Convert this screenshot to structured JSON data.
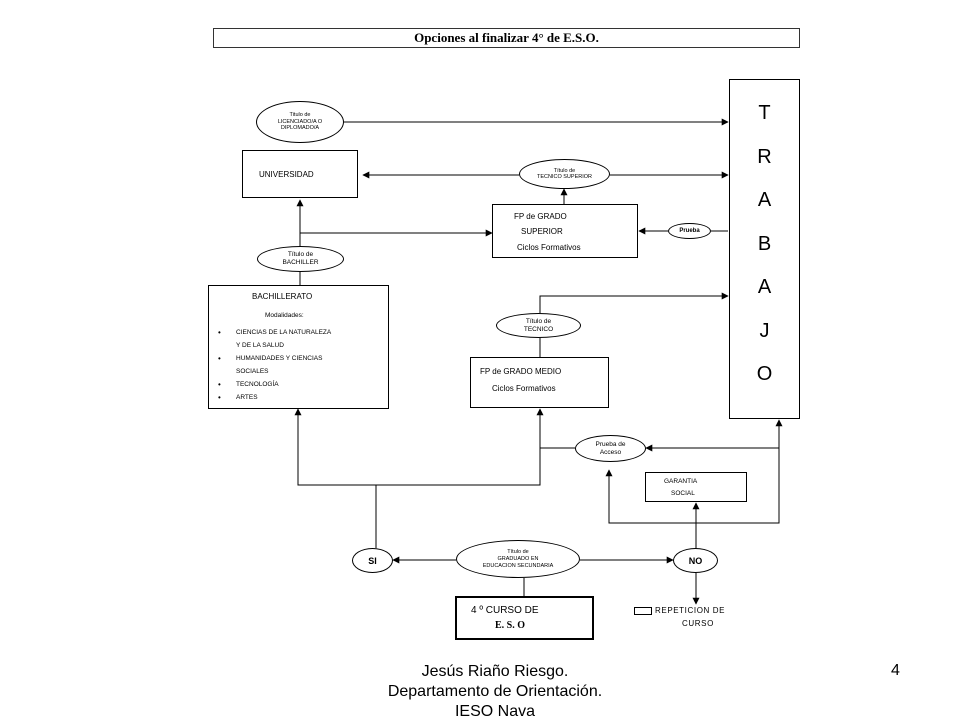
{
  "title": "Opciones al finalizar 4° de E.S.O.",
  "trabajo_letters": [
    "T",
    "R",
    "A",
    "B",
    "A",
    "J",
    "O"
  ],
  "universidad": "UNIVERSIDAD",
  "licenciado_oval": [
    "Titulo de",
    "LICENCIADO/A O",
    "DIPLOMADO/A"
  ],
  "tecnico_superior_oval": [
    "Título de",
    "TECNICO SUPERIOR"
  ],
  "fp_superior": [
    "FP de GRADO",
    "SUPERIOR",
    "Ciclos Formativos"
  ],
  "prueba": "Prueba",
  "bachiller_oval": [
    "Título de",
    "BACHILLER"
  ],
  "bachillerato": {
    "heading": "BACHILLERATO",
    "modalidades": "Modalidades:",
    "items": [
      {
        "text": "CIENCIAS DE LA NATURALEZA",
        "bullet": true
      },
      {
        "text": "Y DE LA SALUD",
        "bullet": false
      },
      {
        "text": "HUMANIDADES Y CIENCIAS",
        "bullet": true
      },
      {
        "text": "SOCIALES",
        "bullet": false
      },
      {
        "text": "TECNOLOGÍA",
        "bullet": true
      },
      {
        "text": "ARTES",
        "bullet": true
      }
    ]
  },
  "tecnico_oval": [
    "Título de",
    "TECNICO"
  ],
  "fp_medio": [
    "FP de GRADO MEDIO",
    "Ciclos Formativos"
  ],
  "prueba_acceso_oval": [
    "Prueba de",
    "Acceso"
  ],
  "garantia": [
    "GARANTIA",
    "SOCIAL"
  ],
  "si": "SI",
  "no": "NO",
  "graduado_oval": [
    "Título de",
    "GRADUADO EN",
    "EDUCACION SECUNDARIA"
  ],
  "curso": [
    "4 º   CURSO DE",
    "E. S. O"
  ],
  "repeticion": [
    "REPETICION DE",
    "CURSO"
  ],
  "footer": {
    "author_lines": [
      "Jesús Riaño Riesgo.",
      "Departamento de Orientación.",
      "IESO Nava"
    ],
    "page_number": "4"
  }
}
